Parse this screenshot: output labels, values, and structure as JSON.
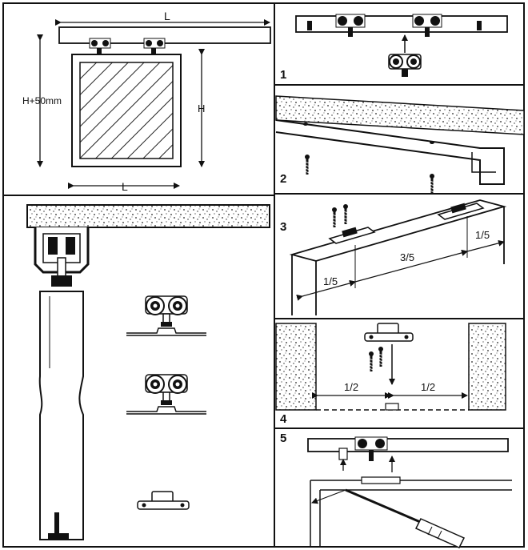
{
  "overview": {
    "width_label": "L",
    "height_label": "H",
    "total_height_label": "H+50mm",
    "bottom_width_label": "L"
  },
  "steps": [
    {
      "number": "1"
    },
    {
      "number": "2"
    },
    {
      "number": "3",
      "left_fraction": "1/5",
      "middle_fraction": "3/5",
      "right_fraction": "1/5"
    },
    {
      "number": "4",
      "left_half": "1/2",
      "right_half": "1/2"
    },
    {
      "number": "5"
    }
  ]
}
